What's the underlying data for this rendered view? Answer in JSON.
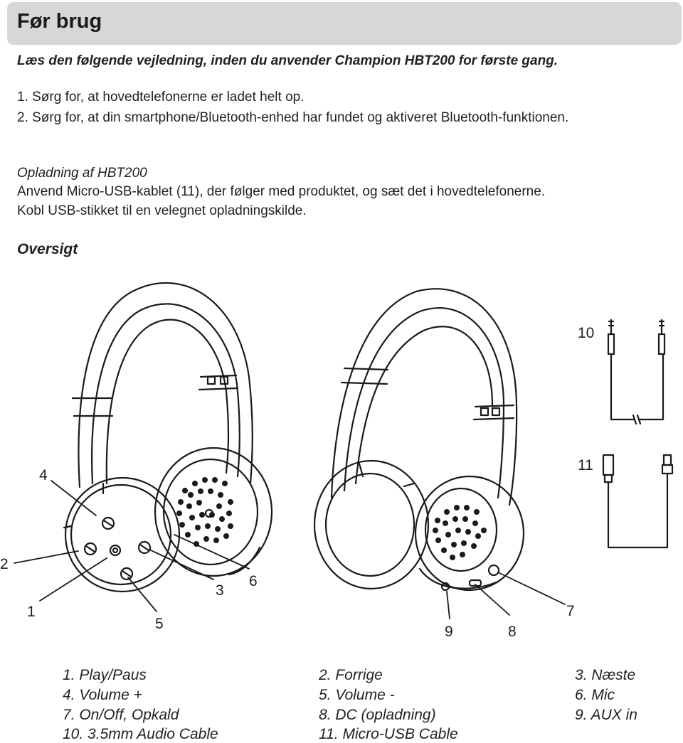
{
  "header": {
    "title": "Før brug"
  },
  "intro": "Læs den følgende vejledning, inden du anvender Champion HBT200 for første gang.",
  "steps": [
    "1. Sørg for, at hovedtelefonerne er ladet helt op.",
    "2. Sørg for, at din smartphone/Bluetooth-enhed har fundet og aktiveret Bluetooth-funktionen."
  ],
  "charging": {
    "title": "Opladning af HBT200",
    "lines": [
      "Anvend Micro-USB-kablet (11), der følger med produktet, og sæt det i hovedtelefonerne.",
      "Kobl USB-stikket til en velegnet opladningskilde."
    ]
  },
  "overview": {
    "title": "Oversigt"
  },
  "callouts": {
    "n1": "1",
    "n2": "2",
    "n3": "3",
    "n4": "4",
    "n5": "5",
    "n6": "6",
    "n7": "7",
    "n8": "8",
    "n9": "9",
    "n10": "10",
    "n11": "11"
  },
  "legend": [
    [
      "1. Play/Paus",
      "2. Forrige",
      "3. Næste"
    ],
    [
      "4. Volume +",
      "5. Volume -",
      "6. Mic"
    ],
    [
      "7. On/Off, Opkald",
      "8. DC (opladning)",
      "9. AUX in"
    ],
    [
      "10. 3.5mm Audio Cable",
      "11. Micro-USB Cable",
      ""
    ]
  ]
}
